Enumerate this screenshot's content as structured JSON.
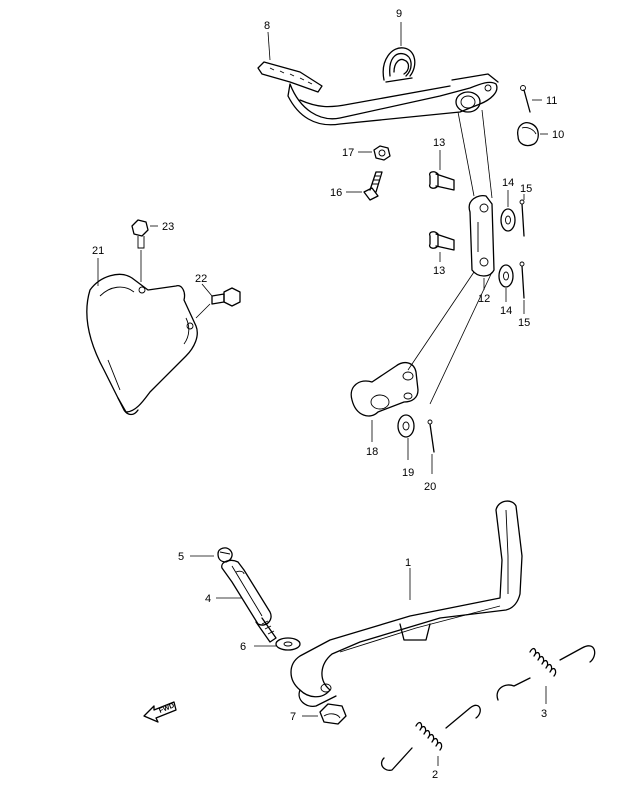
{
  "callouts": {
    "p1": "1",
    "p2": "2",
    "p3": "3",
    "p4": "4",
    "p5": "5",
    "p6": "6",
    "p7": "7",
    "p8": "8",
    "p9": "9",
    "p10": "10",
    "p11": "11",
    "p12": "12",
    "p13a": "13",
    "p13b": "13",
    "p14a": "14",
    "p14b": "14",
    "p15a": "15",
    "p15b": "15",
    "p16": "16",
    "p17": "17",
    "p18": "18",
    "p19": "19",
    "p20": "20",
    "p21": "21",
    "p22": "22",
    "p23": "23"
  },
  "direction_arrow": {
    "label": "FWD"
  }
}
